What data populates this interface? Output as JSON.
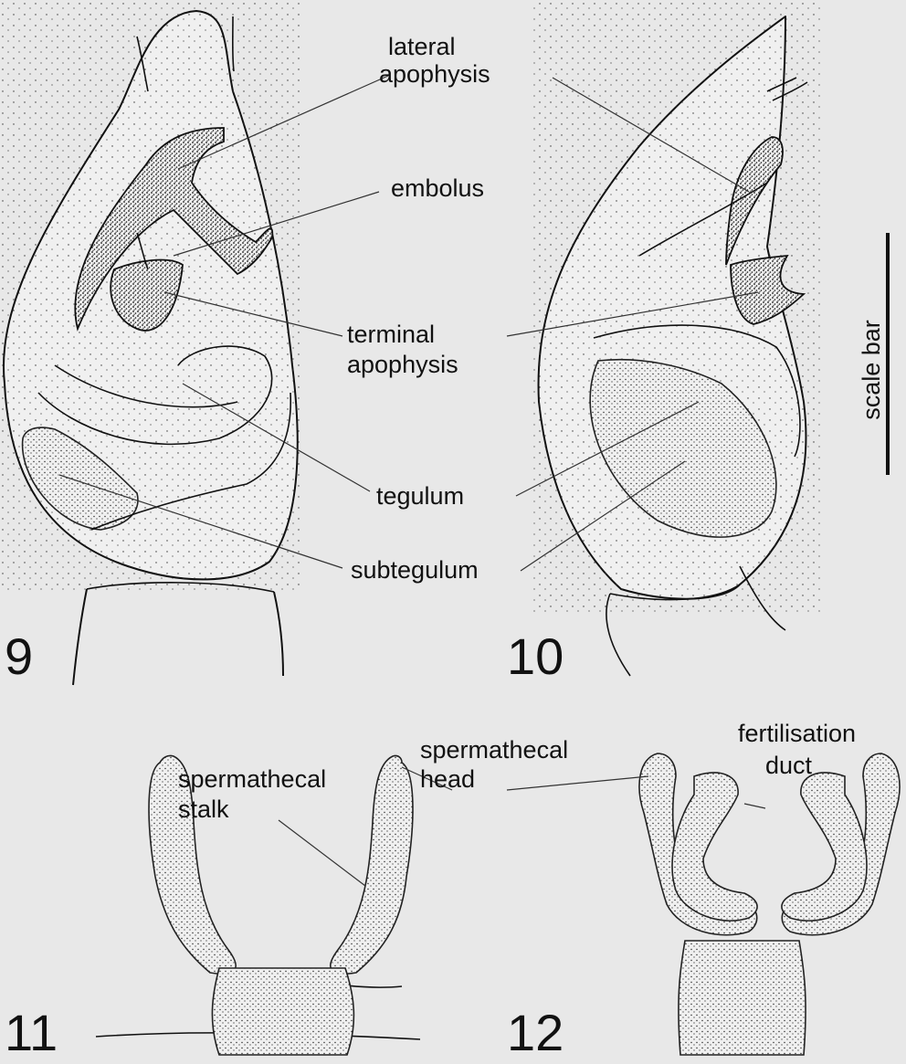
{
  "figure": {
    "panel_numbers": [
      "9",
      "10",
      "11",
      "12"
    ],
    "labels": {
      "lateral_apophysis": [
        "lateral",
        "apophysis"
      ],
      "embolus": "embolus",
      "terminal_apophysis": [
        "terminal",
        "apophysis"
      ],
      "tegulum": "tegulum",
      "subtegulum": "subtegulum",
      "scale_bar": "scale bar",
      "spermathecal_stalk": [
        "spermathecal",
        "stalk"
      ],
      "spermathecal_head": [
        "spermathecal",
        "head"
      ],
      "fertilisation_duct": [
        "fertilisation",
        "duct"
      ]
    },
    "colors": {
      "background": "#e8e8e8",
      "ink": "#111111"
    }
  }
}
